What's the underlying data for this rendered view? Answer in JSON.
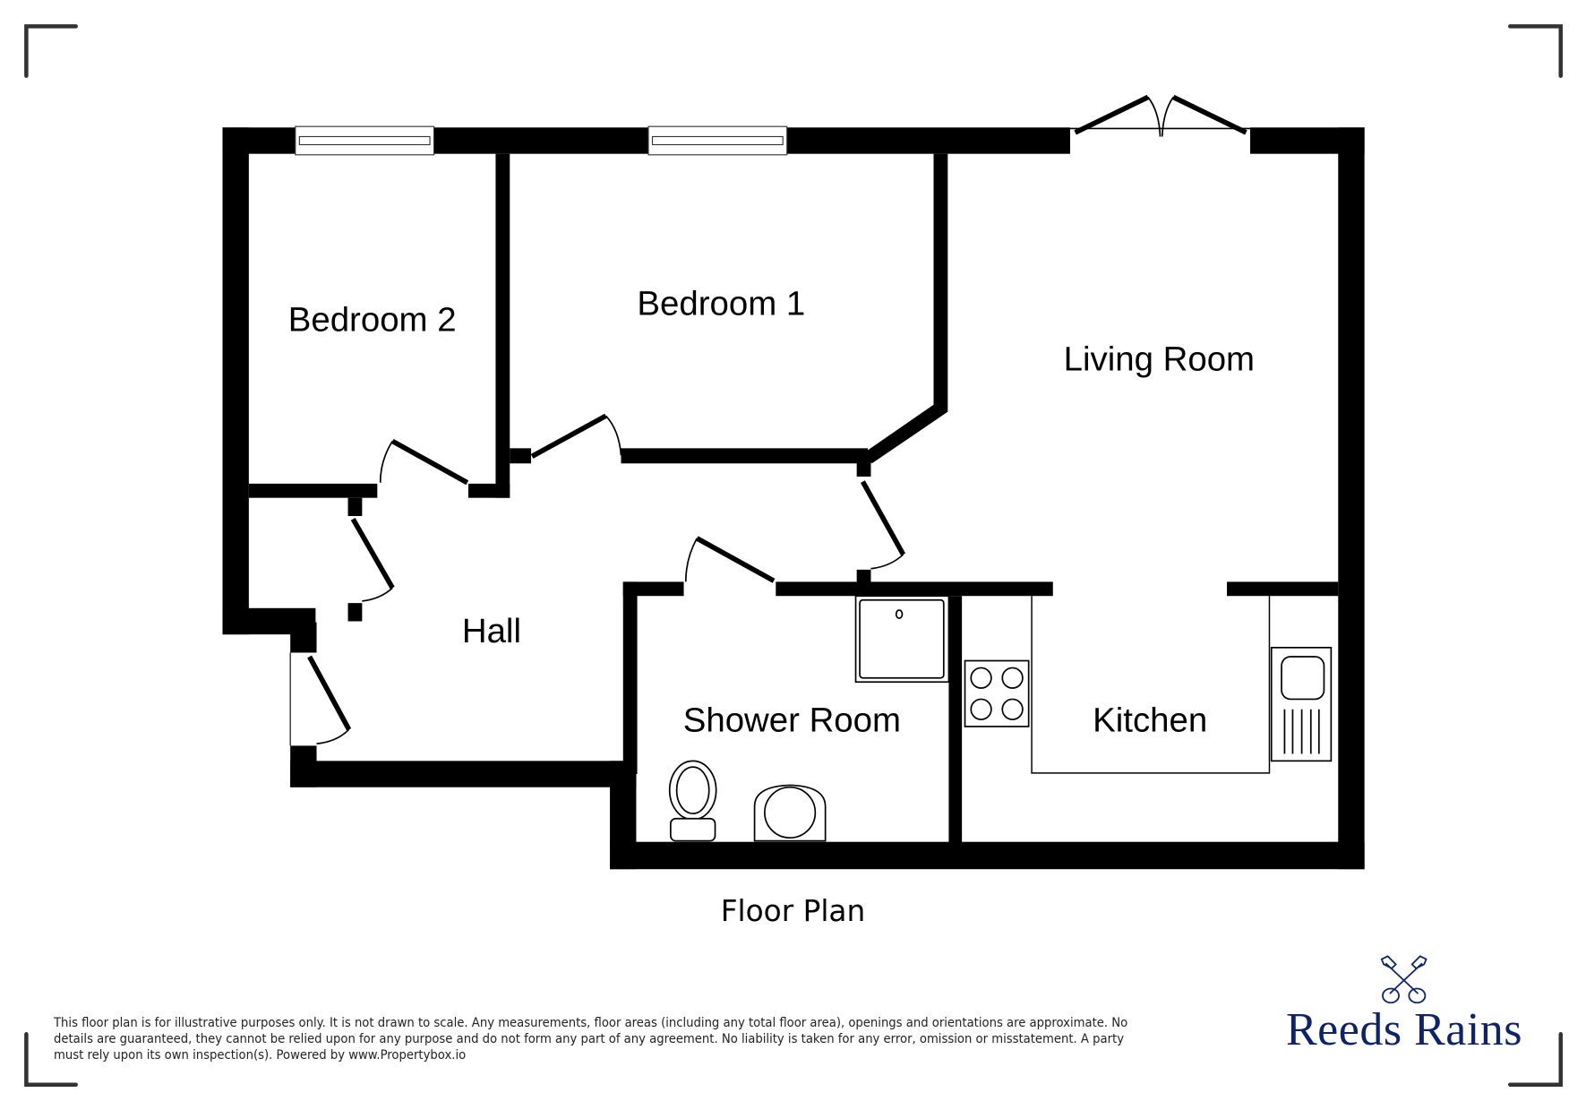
{
  "title": "Floor Plan",
  "rooms": {
    "bedroom2": "Bedroom 2",
    "bedroom1": "Bedroom 1",
    "living": "Living Room",
    "hall": "Hall",
    "shower": "Shower Room",
    "kitchen": "Kitchen"
  },
  "disclaimer": "This floor plan is for illustrative purposes only. It is not drawn to scale. Any measurements, floor areas (including any total floor area), openings and orientations are approximate. No details are guaranteed, they cannot be relied upon for any purpose and do not form any part of any agreement. No liability is taken for any error, omission or misstatement. A party must rely upon its own inspection(s). Powered by www.Propertybox.io",
  "brand": {
    "name": "Reeds Rains",
    "logo_icon": "crossed-keys-icon",
    "color": "#0f2466"
  },
  "colors": {
    "wall": "#000000",
    "corner_marks": "#333333"
  }
}
